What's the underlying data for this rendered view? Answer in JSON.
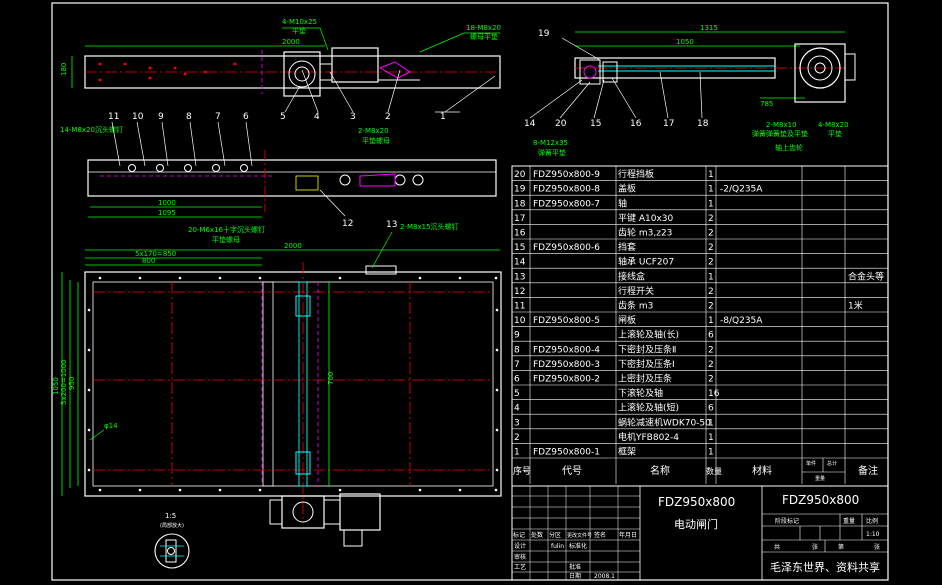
{
  "colors": {
    "background": "#000000",
    "part": "#ffffff",
    "dim": "#00ff00",
    "center": "#ff0000",
    "hidden": "#ff00ff",
    "shaft": "#00ffff"
  },
  "top_view": {
    "leaders": [
      "4-M10x25",
      "平垫",
      "2000",
      "18-M8x20",
      "螺母平垫"
    ],
    "dims": {
      "height": "180"
    },
    "part_numbers": [
      "1",
      "2",
      "3",
      "4",
      "5"
    ]
  },
  "side_view": {
    "dims": {
      "overall": "1315",
      "inner": "1050",
      "offset": "785"
    },
    "leaders": [
      "8-M12x35",
      "弹簧平垫",
      "2-M8x10",
      "弹簧弹簧垫及平垫",
      "4-M8x20",
      "平垫",
      "轴上齿轮"
    ],
    "part_numbers": [
      "19",
      "14",
      "20",
      "15",
      "16",
      "17",
      "18"
    ]
  },
  "section_view": {
    "leaders": [
      "14-M8x20沉头螺钉",
      "2-M8x20",
      "平垫螺母",
      "20-M6x16十字沉头螺钉",
      "平垫螺母"
    ],
    "dims": {
      "a": "1000",
      "b": "1095"
    },
    "part_numbers": [
      "11",
      "10",
      "9",
      "8",
      "7",
      "6",
      "12"
    ]
  },
  "front_view": {
    "dims": {
      "width": "2000",
      "top_a": "5x170=850",
      "top_b": "800",
      "height": "1050",
      "left_a": "5x200=1000",
      "left_b": "950",
      "mid": "700",
      "hole": "φ14"
    },
    "leaders": [
      "2-M8x15沉头螺钉"
    ],
    "part_numbers": [
      "13"
    ]
  },
  "detail": {
    "scale": "1:5",
    "label": "(局部放大)"
  },
  "bom": {
    "rows": [
      {
        "no": "20",
        "code": "FDZ950x800-9",
        "name": "行程挡板",
        "qty": "1",
        "material": "",
        "note": ""
      },
      {
        "no": "19",
        "code": "FDZ950x800-8",
        "name": "盖板",
        "qty": "1",
        "material": "-2/Q235A",
        "note": ""
      },
      {
        "no": "18",
        "code": "FDZ950x800-7",
        "name": "轴",
        "qty": "1",
        "material": "",
        "note": ""
      },
      {
        "no": "17",
        "code": "",
        "name": "平键 A10x30",
        "qty": "2",
        "material": "",
        "note": ""
      },
      {
        "no": "16",
        "code": "",
        "name": "齿轮 m3,z23",
        "qty": "2",
        "material": "",
        "note": ""
      },
      {
        "no": "15",
        "code": "FDZ950x800-6",
        "name": "挡套",
        "qty": "2",
        "material": "",
        "note": ""
      },
      {
        "no": "14",
        "code": "",
        "name": "轴承 UCF207",
        "qty": "2",
        "material": "",
        "note": ""
      },
      {
        "no": "13",
        "code": "",
        "name": "接线盒",
        "qty": "1",
        "material": "",
        "note": "合金头等"
      },
      {
        "no": "12",
        "code": "",
        "name": "行程开关",
        "qty": "2",
        "material": "",
        "note": ""
      },
      {
        "no": "11",
        "code": "",
        "name": "齿条 m3",
        "qty": "2",
        "material": "",
        "note": "1米"
      },
      {
        "no": "10",
        "code": "FDZ950x800-5",
        "name": "闸板",
        "qty": "1",
        "material": "-8/Q235A",
        "note": ""
      },
      {
        "no": "9",
        "code": "",
        "name": "上滚轮及轴(长)",
        "qty": "6",
        "material": "",
        "note": ""
      },
      {
        "no": "8",
        "code": "FDZ950x800-4",
        "name": "下密封及压条Ⅱ",
        "qty": "2",
        "material": "",
        "note": ""
      },
      {
        "no": "7",
        "code": "FDZ950x800-3",
        "name": "下密封及压条Ⅰ",
        "qty": "2",
        "material": "",
        "note": ""
      },
      {
        "no": "6",
        "code": "FDZ950x800-2",
        "name": "上密封及压条",
        "qty": "2",
        "material": "",
        "note": ""
      },
      {
        "no": "5",
        "code": "",
        "name": "下滚轮及轴",
        "qty": "16",
        "material": "",
        "note": ""
      },
      {
        "no": "4",
        "code": "",
        "name": "上滚轮及轴(短)",
        "qty": "6",
        "material": "",
        "note": ""
      },
      {
        "no": "3",
        "code": "",
        "name": "蜗轮减速机WDK70-50",
        "qty": "1",
        "material": "",
        "note": ""
      },
      {
        "no": "2",
        "code": "",
        "name": "电机YFB802-4",
        "qty": "1",
        "material": "",
        "note": ""
      },
      {
        "no": "1",
        "code": "FDZ950x800-1",
        "name": "框架",
        "qty": "1",
        "material": "",
        "note": ""
      }
    ],
    "header": {
      "no": "序号",
      "code": "代号",
      "name": "名称",
      "qty": "数量",
      "material": "材料",
      "unit_weight": "单件",
      "total_weight": "总计",
      "weight": "重量",
      "note": "备注"
    }
  },
  "title_block": {
    "drawing_code": "FDZ950x800",
    "drawing_name": "电动闸门",
    "code_repeat": "FDZ950x800",
    "scale": "1:10",
    "footer": "毛泽东世界、资料共享",
    "labels": [
      "标记",
      "处数",
      "分区",
      "更改文件号",
      "签名",
      "年月日",
      "设计",
      "标准化",
      "审核",
      "工艺",
      "批准",
      "日期"
    ],
    "date": "2008.1",
    "stage_labels": [
      "阶段标记",
      "重量",
      "比例"
    ],
    "sheet_labels": [
      "共",
      "张",
      "第",
      "张"
    ],
    "designer": "fulin"
  }
}
